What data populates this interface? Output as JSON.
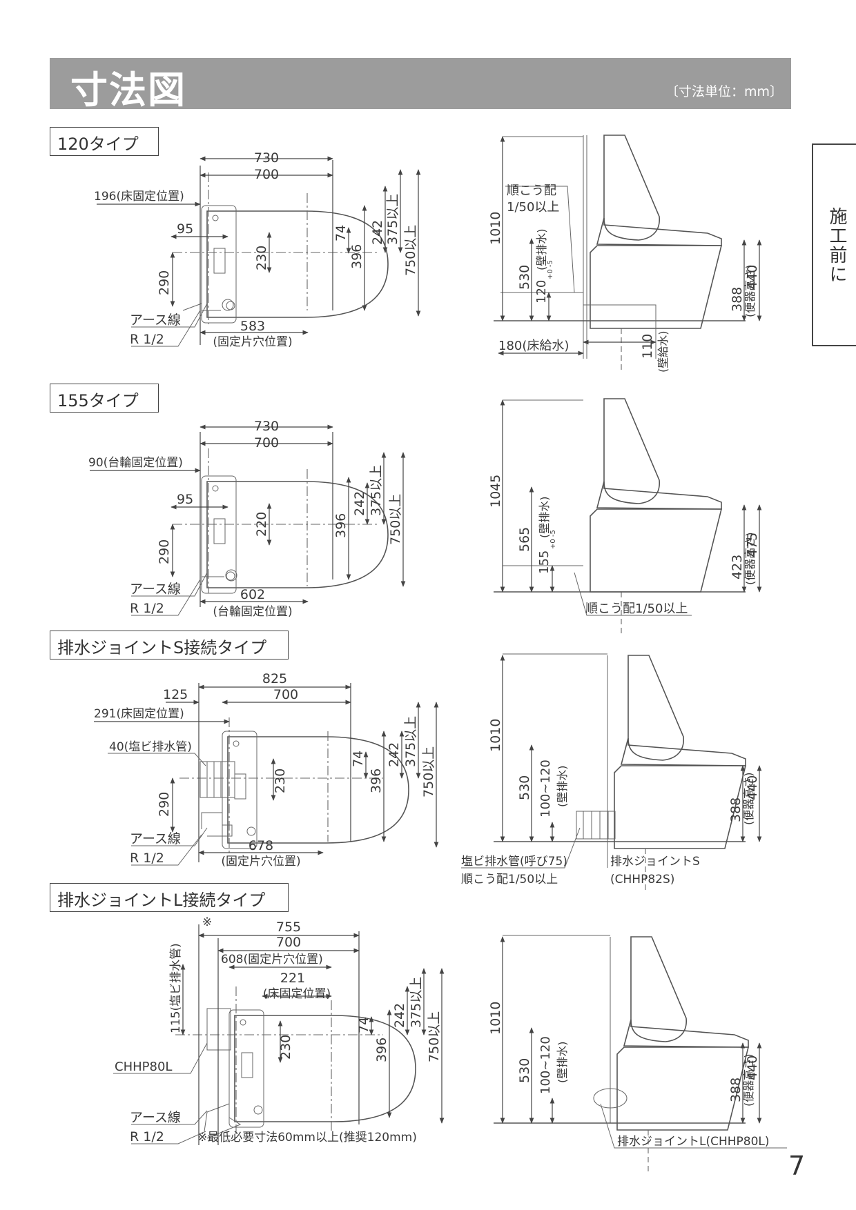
{
  "header": {
    "title": "寸法図",
    "unit_note": "〔寸法単位：mm〕"
  },
  "side_tab": {
    "label": "施工前に"
  },
  "page_number": "7",
  "colors": {
    "header_bg": "#9c9c9c",
    "line": "#444444",
    "text": "#3a3a3a"
  },
  "s120": {
    "label": "120タイプ",
    "plan": {
      "d730": "730",
      "d700": "700",
      "floor_fix": "196(床固定位置)",
      "d95": "95",
      "d230": "230",
      "d74": "74",
      "d396": "396",
      "d242": "242",
      "d375": "375以上",
      "d750": "750以上",
      "d290": "290",
      "earth": "アース線",
      "r12": "R 1/2",
      "d583": "583",
      "fix_hole": "(固定片穴位置)"
    },
    "side": {
      "slope1": "順こう配",
      "slope2": "1/50以上",
      "d1010": "1010",
      "d530": "530",
      "drain": "120",
      "drain_tol": "+0 -5",
      "wall_drain": "(壁排水)",
      "d388": "388",
      "seat_h": "(便器高さ)",
      "d440": "440",
      "floor_supply": "180(床給水)",
      "d110": "110",
      "wall_supply": "(壁給水)"
    }
  },
  "s155": {
    "label": "155タイプ",
    "plan": {
      "d730": "730",
      "d700": "700",
      "wheel_fix": "90(台輪固定位置)",
      "d95": "95",
      "d220": "220",
      "d396": "396",
      "d242": "242",
      "d375": "375以上",
      "d750": "750以上",
      "d290": "290",
      "earth": "アース線",
      "r12": "R 1/2",
      "d602": "602",
      "wheel_fix2": "(台輪固定位置)"
    },
    "side": {
      "d1045": "1045",
      "d565": "565",
      "drain": "155",
      "drain_tol": "+0 -5",
      "wall_drain": "(壁排水)",
      "d423": "423",
      "seat_h": "(便器高さ)",
      "d475": "475",
      "slope": "順こう配1/50以上"
    }
  },
  "sS": {
    "label": "排水ジョイントS接続タイプ",
    "plan": {
      "d825": "825",
      "d125": "125",
      "d700": "700",
      "floor_fix": "291(床固定位置)",
      "pvc": "40(塩ビ排水管)",
      "d230": "230",
      "d74": "74",
      "d396": "396",
      "d242": "242",
      "d375": "375以上",
      "d750": "750以上",
      "d290": "290",
      "earth": "アース線",
      "r12": "R 1/2",
      "d678": "678",
      "fix_hole": "(固定片穴位置)"
    },
    "side": {
      "d1010": "1010",
      "d530": "530",
      "drain": "100~120",
      "wall_drain": "(壁排水)",
      "d388": "388",
      "seat_h": "(便器高さ)",
      "d440": "440",
      "pvc_pipe": "塩ビ排水管(呼び75)",
      "slope": "順こう配1/50以上",
      "joint": "排水ジョイントS",
      "joint_model": "(CHHP82S)"
    }
  },
  "sL": {
    "label": "排水ジョイントL接続タイプ",
    "plan": {
      "mark": "※",
      "d755": "755",
      "d700": "700",
      "fix_hole": "608(固定片穴位置)",
      "d221": "221",
      "floor_fix": "(床固定位置)",
      "pvc": "115(塩ビ排水管)",
      "model": "CHHP80L",
      "d230": "230",
      "d74": "74",
      "d396": "396",
      "d242": "242",
      "d375": "375以上",
      "d750": "750以上",
      "earth": "アース線",
      "r12": "R 1/2",
      "note": "※最低必要寸法60mm以上(推奨120mm)"
    },
    "side": {
      "d1010": "1010",
      "d530": "530",
      "drain": "100~120",
      "wall_drain": "(壁排水)",
      "d388": "388",
      "seat_h": "(便器高さ)",
      "d440": "440",
      "joint": "排水ジョイントL(CHHP80L)"
    }
  }
}
